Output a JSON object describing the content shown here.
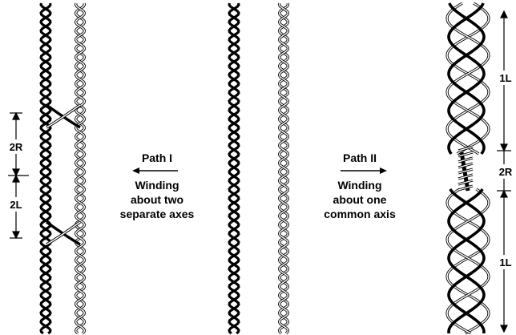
{
  "paths": {
    "path_one": {
      "title": "Path I",
      "lines": [
        "Winding",
        "about two",
        "separate axes"
      ]
    },
    "path_two": {
      "title": "Path II",
      "lines": [
        "Winding",
        "about one",
        "common axis"
      ]
    }
  },
  "left_dimensions": [
    "2R",
    "2L"
  ],
  "right_dimensions": [
    "1L",
    "2R",
    "1L"
  ],
  "colors": {
    "dark_strand": "#000000",
    "light_strand": "#ffffff",
    "text": "#000000"
  }
}
